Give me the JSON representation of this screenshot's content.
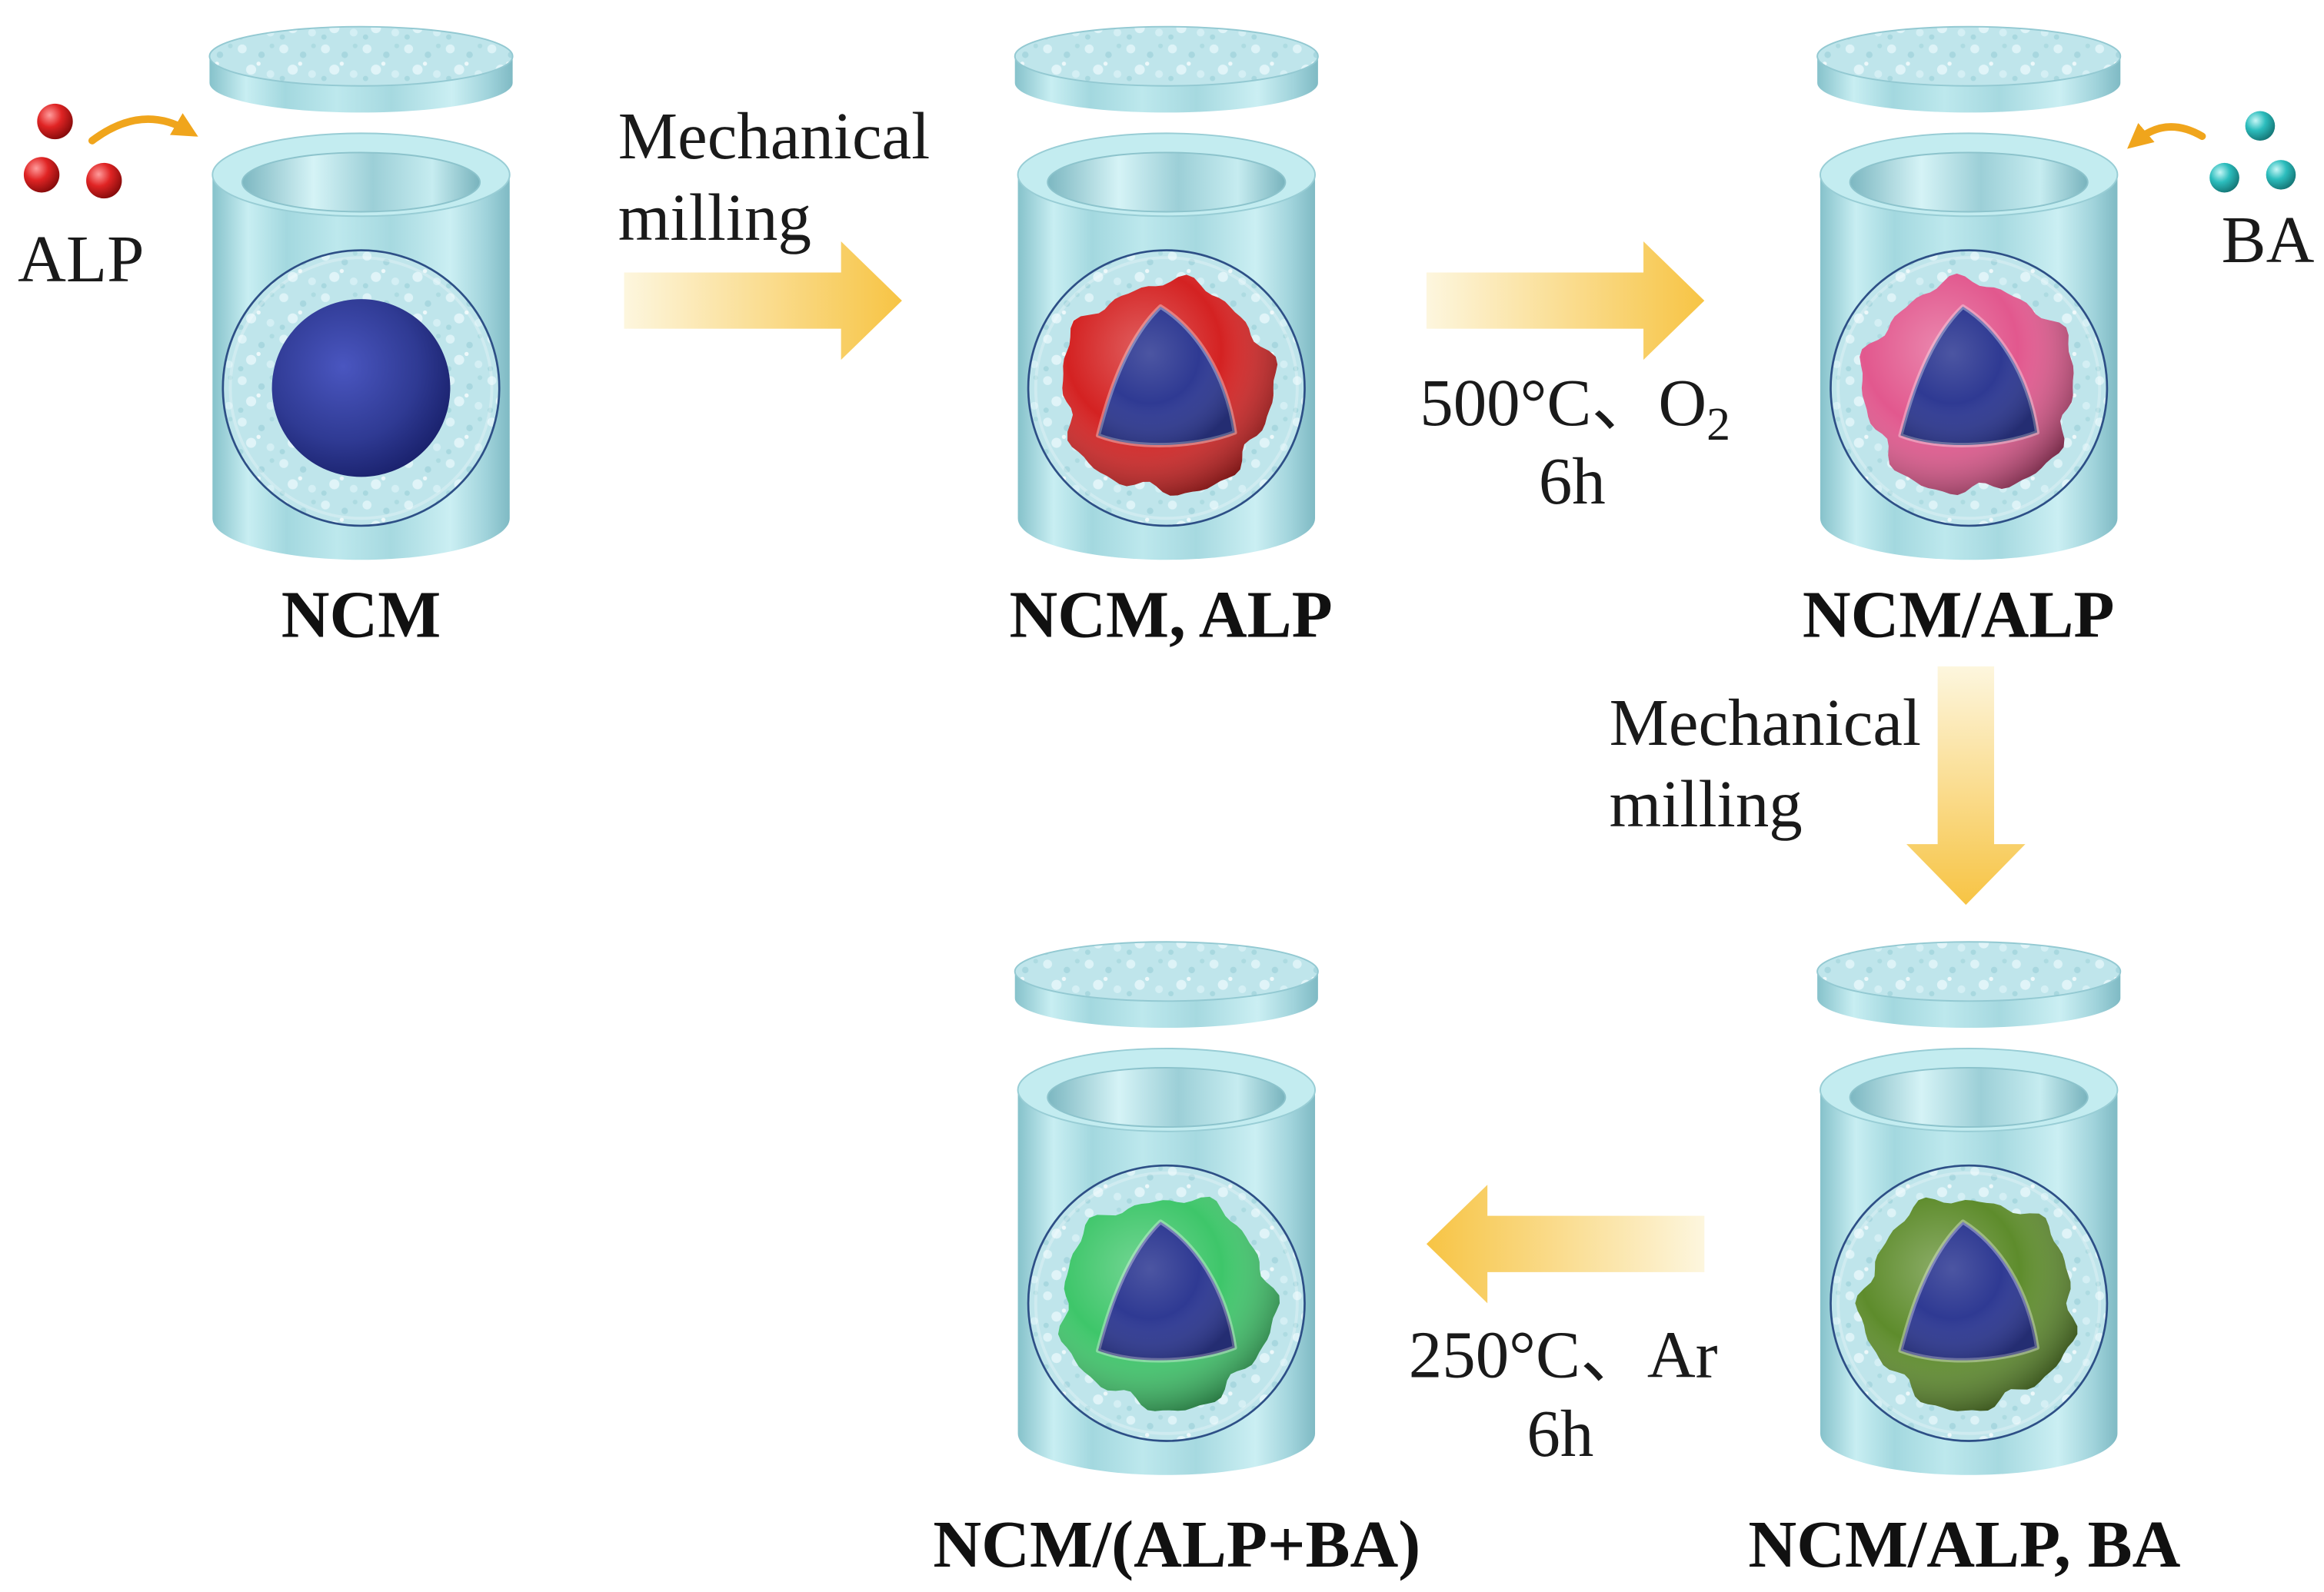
{
  "diagram": {
    "reactants": {
      "alp": "ALP",
      "ba": "BA"
    },
    "stages": [
      {
        "label": "NCM"
      },
      {
        "label": "NCM, ALP"
      },
      {
        "label": "NCM/ALP"
      },
      {
        "label": "NCM/ALP, BA"
      },
      {
        "label": "NCM/(ALP+BA)"
      }
    ],
    "steps": [
      {
        "line1": "Mechanical",
        "line2": "milling"
      },
      {
        "line1_main": "500°C、O",
        "line1_sub": "2",
        "line2": "6h"
      },
      {
        "line1": "Mechanical",
        "line2": "milling"
      },
      {
        "line1": "250°C、Ar",
        "line2": "6h"
      }
    ]
  },
  "colors": {
    "jar": "#c3ecf0",
    "ncm_core": "#2f3a93",
    "alp_particle": "#e02424",
    "ba_particle": "#2cbdbd",
    "process_arrow": "#f7c444",
    "reactant_arrow": "#f0a51c",
    "coating_ncm_alp": "#d42222",
    "coating_ncm_alp_annealed": "#e2588e",
    "coating_ncm_alp_ba": "#5e8c2c",
    "coating_ncm_alp_ba_annealed": "#3ec66a"
  }
}
